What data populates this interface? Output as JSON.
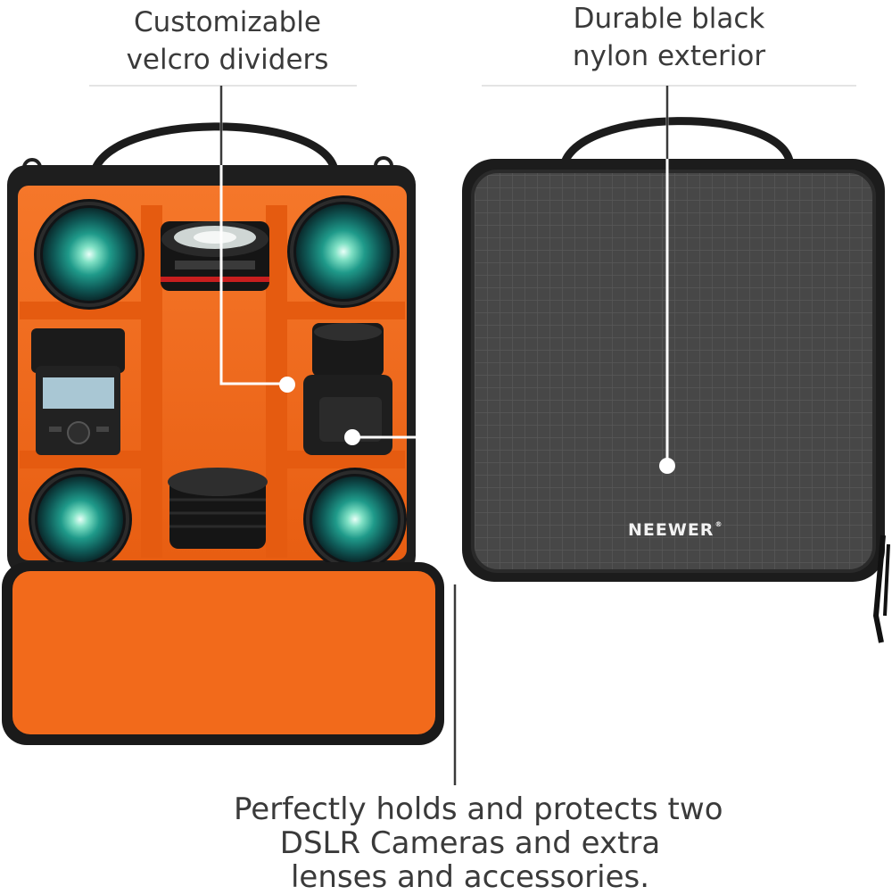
{
  "captions": {
    "dividers": [
      "Customizable",
      "velcro dividers"
    ],
    "exterior": [
      "Durable black",
      "nylon exterior"
    ],
    "protection": [
      "Perfectly holds and protects two",
      "DSLR Cameras and extra",
      "lenses and accessories."
    ]
  },
  "brand": {
    "name": "NEEWER",
    "mark": "®"
  },
  "colors": {
    "interior_orange": "#f26a1b",
    "bag_black": "#1e1e1e",
    "exterior_gray": "#474747",
    "lens_teal": "#1f9a8a"
  }
}
